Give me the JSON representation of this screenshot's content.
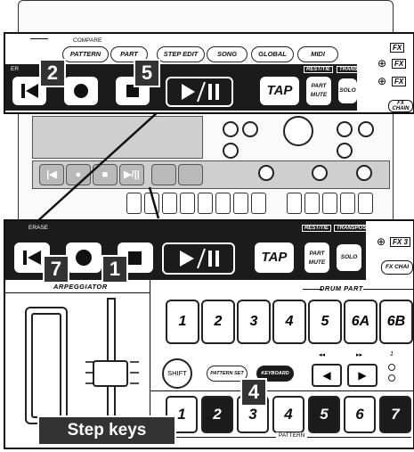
{
  "top": {
    "compare_label": "COMPARE",
    "erase_label": "ER",
    "pills": [
      "PATTERN",
      "PART",
      "STEP EDIT",
      "SONG",
      "GLOBAL",
      "MIDI"
    ],
    "rest_tie": "REST/TIE",
    "transpose": "TRANSPOSE",
    "tap": "TAP",
    "part_mute": "PART MUTE",
    "solo": "SOLO",
    "fx_labels": [
      "FX",
      "FX",
      "FX"
    ],
    "fx_chain_partial": "FX CHAIN",
    "callouts": [
      "2",
      "5"
    ]
  },
  "bottom": {
    "erase_label": "ERASE",
    "rest_tie": "REST/TIE",
    "transpose": "TRANSPOSE",
    "tap": "TAP",
    "part_mute": "PART MUTE",
    "solo": "SOLO",
    "fx3": "FX 3",
    "fx_chain": "FX CHAI",
    "arpeggiator": "ARPEGGIATOR",
    "drum_part": "DRUM PART",
    "drum_keys": [
      "1",
      "2",
      "3",
      "4",
      "5",
      "6A",
      "6B"
    ],
    "shift": "SHIFT",
    "pattern_set": "PATTERN SET",
    "keyboard": "KEYBOARD",
    "cursor_left_marks": "◂◂",
    "cursor_right_marks": "▸▸",
    "cursor_num": "1",
    "step_keys": [
      "1",
      "2",
      "3",
      "4",
      "5",
      "6",
      "7"
    ],
    "pattern_label": "PATTERN",
    "step_keys_caption": "Step keys",
    "callouts": [
      "7",
      "1",
      "4"
    ]
  },
  "colors": {
    "panel_dark": "#1b1b1b",
    "callout_bg": "#333333",
    "strip_gray": "#cfcfcf"
  }
}
